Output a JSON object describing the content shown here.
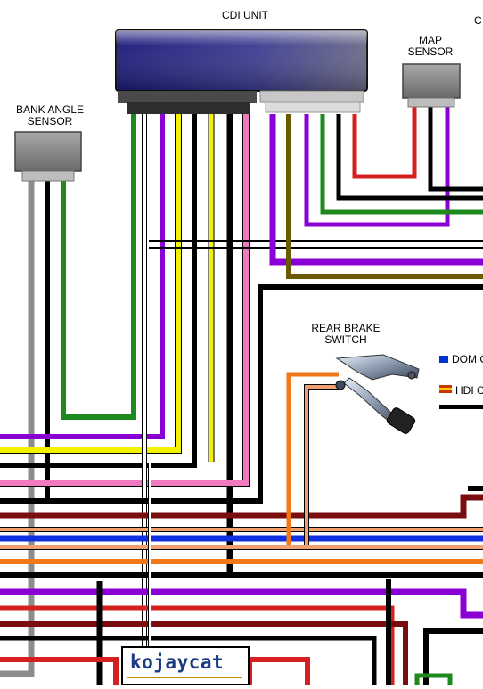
{
  "components": {
    "cdi_unit": "CDI UNIT",
    "map_sensor_line1": "MAP",
    "map_sensor_line2": "SENSOR",
    "bank_angle_line1": "BANK ANGLE",
    "bank_angle_line2": "SENSOR",
    "rear_brake_line1": "REAR BRAKE",
    "rear_brake_line2": "SWITCH",
    "edge_label_partial": "C"
  },
  "legend": {
    "dom_label": "DOM C",
    "hdi_label": "HDI C",
    "dom_color": "#0033cc",
    "hdi_colors": [
      "#cc3300",
      "#ffcc00"
    ],
    "line_color": "#000000"
  },
  "branding": {
    "logo_text": "kojaycat"
  },
  "wire_colors": {
    "black": "#000000",
    "green": "#1e8a1e",
    "purple": "#8a00d4",
    "yellow": "#f2f200",
    "pink": "#f07ac0",
    "red": "#d62020",
    "dark_red": "#7a0d0d",
    "blue": "#1030e0",
    "orange": "#f07818",
    "salmon": "#f0a070",
    "olive": "#6b5a00",
    "grey": "#8c8c8c"
  }
}
